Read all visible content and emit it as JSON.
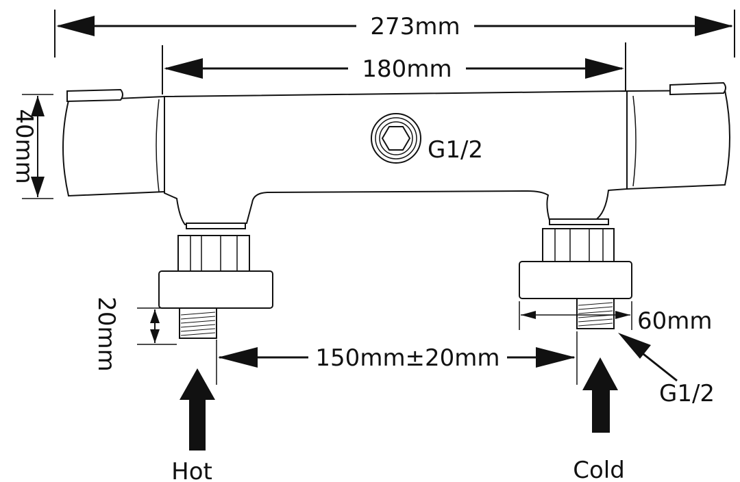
{
  "diagram": {
    "labels": {
      "overall_length": "273mm",
      "center_length": "180mm",
      "height": "40mm",
      "top_port": "G1/2",
      "inlet_thread_length": "20mm",
      "inlet_spacing": "150mm±20mm",
      "nut_width": "60mm",
      "inlet_thread": "G1/2",
      "hot_inlet": "Hot",
      "cold_inlet": "Cold"
    },
    "colors": {
      "line": "#111111",
      "background": "#ffffff"
    }
  }
}
